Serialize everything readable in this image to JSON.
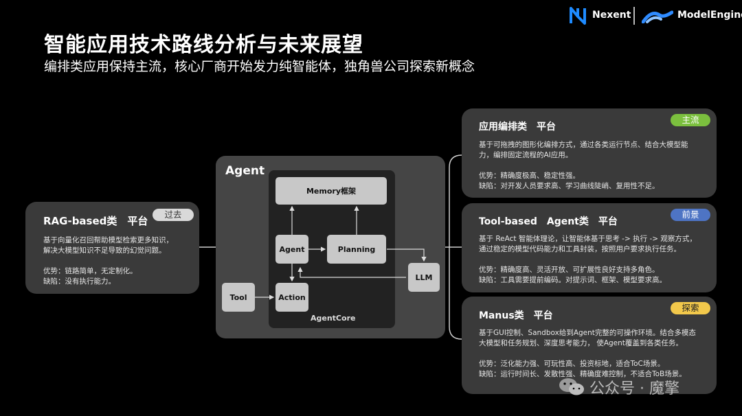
{
  "header": {
    "title": "智能应用技术路线分析与未来展望",
    "subtitle": "编排类应用保持主流，核心厂商开始发力纯智能体，独角兽公司探索新概念",
    "logo_nexent": "Nexent",
    "logo_modelengine": "ModelEngine"
  },
  "left_card": {
    "title": "RAG-based类　平台",
    "badge": "过去",
    "body": "基于向量化召回帮助模型检索更多知识，\n解决大模型知识不足导致的幻觉问题。\n\n优势：链路简单，无定制化。\n缺陷：没有执行能力。"
  },
  "agent_diagram": {
    "title": "Agent",
    "memory": "Memory框架",
    "agent": "Agent",
    "planning": "Planning",
    "tool": "Tool",
    "action": "Action",
    "llm": "LLM",
    "core_label": "AgentCore"
  },
  "right_cards": [
    {
      "title": "应用编排类　平台",
      "badge": "主流",
      "badge_color": "#7bbf3e",
      "body": "基于可拖拽的图形化编排方式，通过各类运行节点、结合大模型能\n力，编排固定流程的AI应用。\n\n优势：精确度极高、稳定性强。\n缺陷：对开发人员要求高、学习曲线陡峭、复用性不足。"
    },
    {
      "title": "Tool-based　Agent类　平台",
      "badge": "前景",
      "badge_color": "#4e74c4",
      "body": "基于 ReAct 智能体理论，让智能体基于思考 -> 执行 -> 观察方式，\n通过稳定的模型代码能力和工具封装，按照用户要求执行任务。\n\n优势：精确度高、灵活开放、可扩展性良好支持多角色。\n缺陷：工具需要提前编码。对提示词、框架、模型要求高。"
    },
    {
      "title": "Manus类　平台",
      "badge": "探索",
      "badge_color": "#f2c84b",
      "body": "基于GUI控制、Sandbox给到Agent完整的可操作环境。结合多模态\n大模型和任务规划、深度思考能力， 使Agent覆盖到各类任务。\n\n优势：泛化能力强、可玩性高、投资标地，适合ToC场景。\n缺陷：运行时间长、发散性强、精确度难控制，不适合ToB场景。"
    }
  ],
  "watermark": "公众号 · 魔擎"
}
